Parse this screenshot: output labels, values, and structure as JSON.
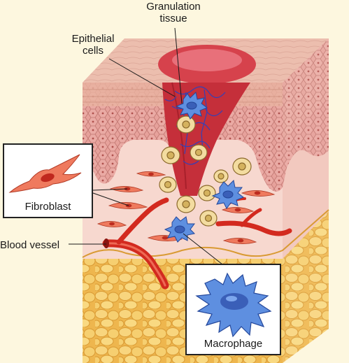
{
  "labels": {
    "granulation_line1": "Granulation",
    "granulation_line2": "tissue",
    "epithelial_line1": "Epithelial",
    "epithelial_line2": "cells",
    "fibroblast": "Fibroblast",
    "blood_vessel": "Blood vessel",
    "macrophage": "Macrophage"
  },
  "colors": {
    "background": "#fdf7df",
    "epidermis": "#d98a86",
    "dermis": "#f6d4cc",
    "fat": "#f3c766",
    "wound": "#c9303a",
    "fibroblast": "#e8563e",
    "macrophage": "#4f7fd8",
    "blood_vessel": "#d32a1f"
  }
}
